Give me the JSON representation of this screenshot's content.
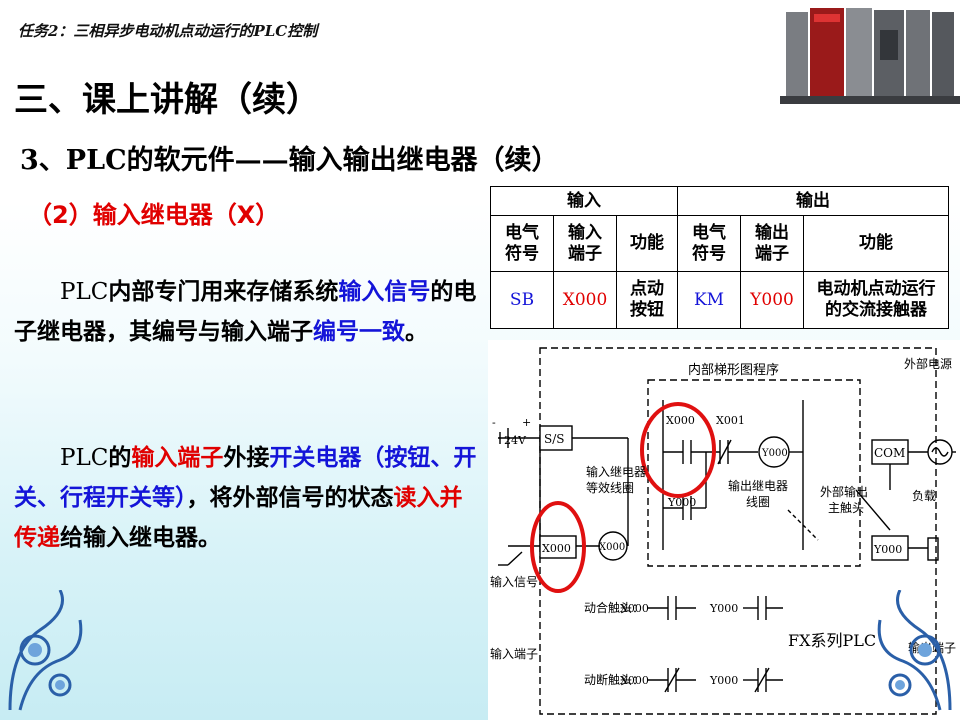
{
  "header": {
    "task_title": "任务2：三相异步电动机点动运行的PLC控制"
  },
  "slide": {
    "title": "三、课上讲解（续）",
    "subtitle": "3、PLC的软元件——输入输出继电器（续）",
    "section": "（2）输入继电器（X）"
  },
  "para1": {
    "t1": "PLC",
    "t2": "内部专门用来存储系统",
    "t3": "输入信号",
    "t4": "的电子继电器，其编号与输入端子",
    "t5": "编号一致",
    "t6": "。"
  },
  "para2": {
    "t1": "PLC",
    "t2": "的",
    "t3": "输入端子",
    "t4": "外接",
    "t5": "开关电器（按钮、开关、行程开关等）",
    "t6": "，将外部信号的状态",
    "t7": "读入并传递",
    "t8": "给输入继电器。"
  },
  "io_table": {
    "input_header": "输入",
    "output_header": "输出",
    "col_symbol_l1": "电气",
    "col_symbol_l2": "符号",
    "col_in_term_l1": "输入",
    "col_in_term_l2": "端子",
    "col_out_term_l1": "输出",
    "col_out_term_l2": "端子",
    "col_function": "功能",
    "in_symbol": "SB",
    "in_terminal": "X000",
    "in_function_l1": "点动",
    "in_function_l2": "按钮",
    "out_symbol": "KM",
    "out_terminal": "Y000",
    "out_function_l1": "电动机点动运行",
    "out_function_l2": "的交流接触器"
  },
  "diagram": {
    "internal_ladder": "内部梯形图程序",
    "ext_power": "外部电源",
    "supply": "24V",
    "minus": "-",
    "plus": "+",
    "ss": "S/S",
    "com": "COM",
    "x000": "X000",
    "x001": "X001",
    "y000": "Y000",
    "input_relay_coil_l1": "输入继电器",
    "input_relay_coil_l2": "等效线圈",
    "output_relay_coil_l1": "输出继电器",
    "output_relay_coil_l2": "线圈",
    "ext_output_l1": "外部输出",
    "ext_output_l2": "主触头",
    "load": "负载",
    "input_signal": "输入信号",
    "input_terminal": "输入端子",
    "output_terminal": "输出端子",
    "no_contact": "动合触头：",
    "nc_contact": "动断触头：",
    "fx_plc": "FX系列PLC"
  },
  "colors": {
    "emphasis_blue": "#1414d8",
    "emphasis_red": "#e00000",
    "highlight_circle": "#e01010"
  }
}
